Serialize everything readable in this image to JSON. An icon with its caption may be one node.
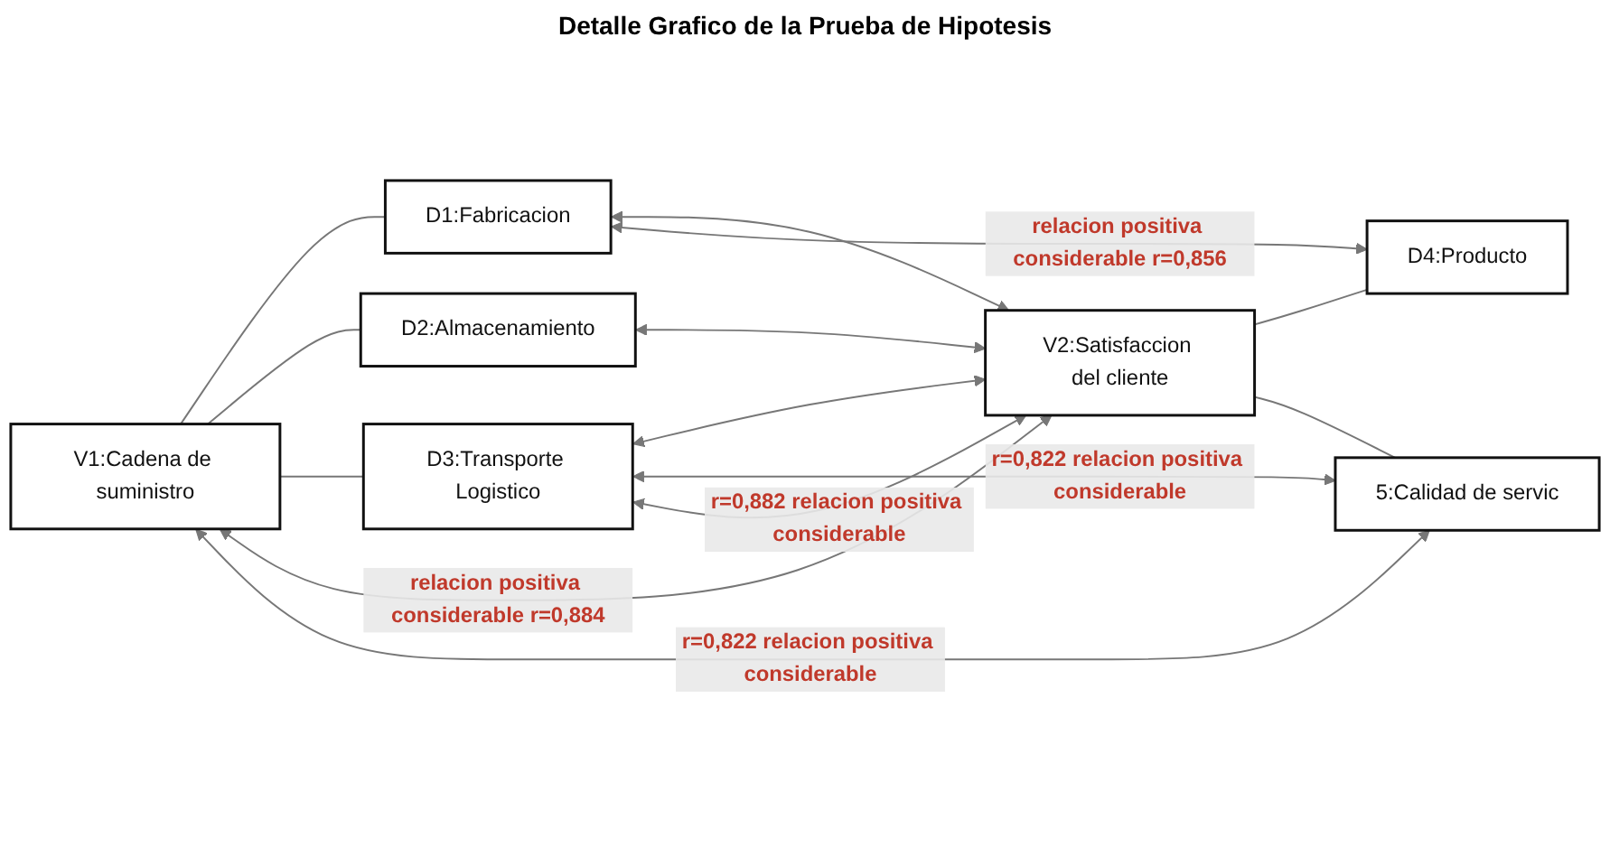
{
  "diagram": {
    "title": "Detalle Grafico de la Prueba de Hipotesis",
    "nodes": [
      {
        "text": [
          "V1:Cadena de suministro"
        ]
      },
      {
        "text": [
          "D1:Fabricacion"
        ]
      },
      {
        "text": [
          "D2:Almacenamiento"
        ]
      },
      {
        "text": [
          "D3:Transporte Logistico"
        ]
      },
      {
        "text": [
          "V2:Satisfaccion del cliente"
        ]
      },
      {
        "text": [
          "D4:Producto"
        ]
      },
      {
        "text": [
          "5:Calidad de servic"
        ]
      }
    ],
    "edges": [
      {
        "from": 0,
        "to": 1,
        "arrow": "none"
      },
      {
        "from": 0,
        "to": 2,
        "arrow": "none"
      },
      {
        "from": 0,
        "to": 3,
        "arrow": "none"
      },
      {
        "from": 1,
        "to": 4,
        "arrow": "both"
      },
      {
        "from": 2,
        "to": 4,
        "arrow": "both"
      },
      {
        "from": 3,
        "to": 4,
        "arrow": "both"
      },
      {
        "from": 4,
        "to": 5,
        "arrow": "none"
      },
      {
        "from": 4,
        "to": 6,
        "arrow": "none"
      },
      {
        "from": 1,
        "to": 5,
        "arrow": "both",
        "label": "relacion positiva considerable r=0,856"
      },
      {
        "from": 0,
        "to": 4,
        "arrow": "both",
        "label": "relacion positiva considerable r=0,884"
      },
      {
        "from": 0,
        "to": 6,
        "arrow": "both",
        "label": "r=0,822 relacion positiva considerable"
      },
      {
        "from": 3,
        "to": 6,
        "arrow": "both",
        "label": "r=0,822 relacion positiva considerable"
      },
      {
        "from": 3,
        "to": 4,
        "arrow": "both",
        "label": "r=0,882 relacion positiva considerable"
      }
    ]
  }
}
